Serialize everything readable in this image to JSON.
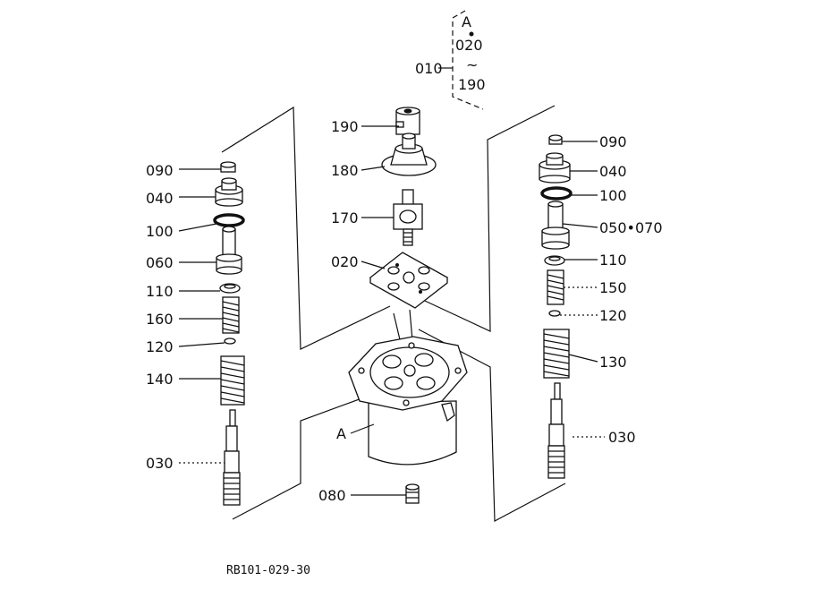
{
  "figure_code": "RB101-029-30",
  "group_box": {
    "letter": "A",
    "range_start": "020",
    "range_mark": "~",
    "range_end": "190",
    "group_label": "010"
  },
  "labels": {
    "left": [
      "090",
      "040",
      "100",
      "060",
      "110",
      "160",
      "120",
      "140",
      "030"
    ],
    "center": [
      "190",
      "180",
      "170",
      "020",
      "A",
      "080"
    ],
    "right": [
      "090",
      "040",
      "100",
      "050•070",
      "110",
      "150",
      "120",
      "130",
      "030"
    ]
  }
}
